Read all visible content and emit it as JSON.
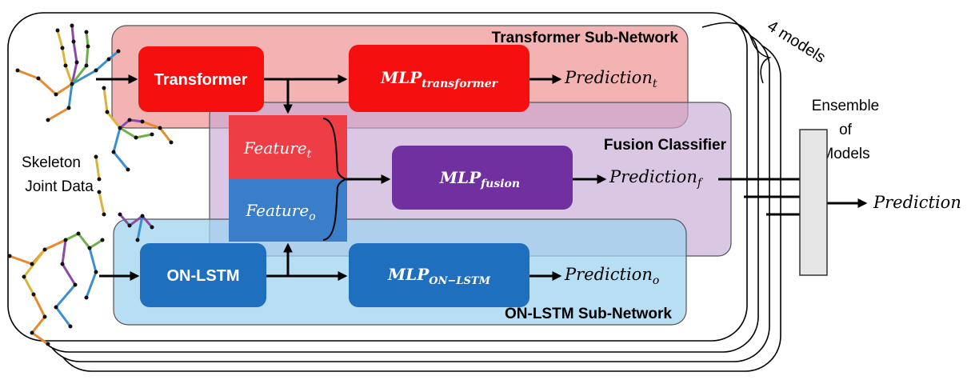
{
  "stack_label": "4 models",
  "transformer_subnet": {
    "title": "Transformer Sub-Network",
    "block_label": "Transformer",
    "mlp_label": "MLP",
    "mlp_sub": "transformer",
    "pred_label": "Prediction",
    "pred_sub": "t"
  },
  "fusion": {
    "title": "Fusion Classifier",
    "feature_t_label": "Feature",
    "feature_t_sub": "t",
    "feature_o_label": "Feature",
    "feature_o_sub": "o",
    "mlp_label": "MLP",
    "mlp_sub": "fusion",
    "pred_label": "Prediction",
    "pred_sub": "f"
  },
  "onlstm_subnet": {
    "title": "ON-LSTM Sub-Network",
    "block_label": "ON-LSTM",
    "mlp_label": "MLP",
    "mlp_sub": "ON−LSTM",
    "pred_label": "Prediction",
    "pred_sub": "o"
  },
  "input": {
    "line1": "Skeleton",
    "line2": "Joint Data"
  },
  "ensemble": {
    "line1": "Ensemble",
    "line2": "of",
    "line3": "Models",
    "output_label": "Prediction"
  },
  "colors": {
    "transformer_red": "#f50f0f",
    "transformer_region": "#f4b3b3",
    "fusion_region": "#d7c3e3",
    "fusion_purple": "#7030a0",
    "feature_red": "#ee3d45",
    "feature_blue": "#3a7ec9",
    "onlstm_blue": "#1f6fbf",
    "onlstm_region": "#a8d8f0",
    "ensemble_box": "#e6e6e6"
  }
}
